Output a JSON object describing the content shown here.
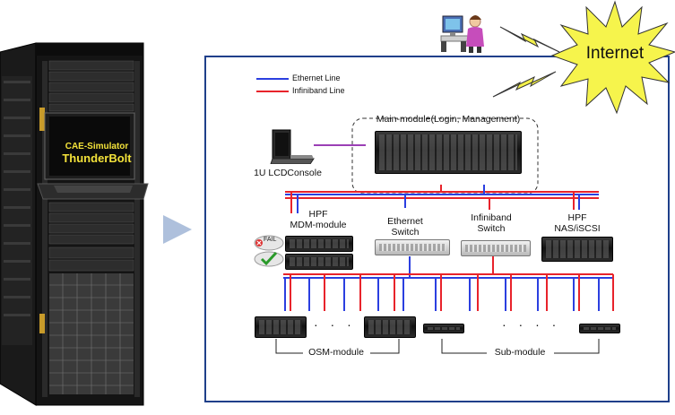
{
  "rack": {
    "title_line1": "CAE-Simulator",
    "title_line2": "ThunderBolt"
  },
  "internet": {
    "label": "Internet"
  },
  "legend": {
    "ethernet": {
      "label": "Ethernet Line",
      "color": "#2b3fe0"
    },
    "infiniband": {
      "label": "Infiniband Line",
      "color": "#e8232b"
    }
  },
  "nodes": {
    "main_module": "Main-module(Login, Management)",
    "lcd_console": "1U LCDConsole",
    "hpf_mdm_line1": "HPF",
    "hpf_mdm_line2": "MDM-module",
    "ethernet_switch_line1": "Ethernet",
    "ethernet_switch_line2": "Switch",
    "infiniband_switch_line1": "Infiniband",
    "infiniband_switch_line2": "Switch",
    "hpf_nas_line1": "HPF",
    "hpf_nas_line2": "NAS/iSCSI",
    "fail_badge": "FAIL",
    "osm_module": "OSM-module",
    "sub_module": "Sub-module",
    "ellipsis": "· · · ·"
  },
  "icons": [
    "user-computer-icon",
    "lightning-icon",
    "starburst-icon",
    "arrow-right-icon",
    "fail-icon",
    "checkmark-icon"
  ]
}
